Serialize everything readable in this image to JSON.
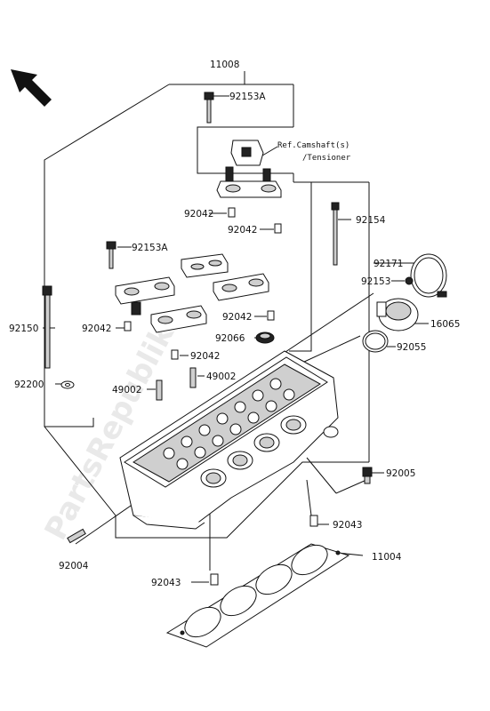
{
  "labels": {
    "assembly": "11008",
    "bolt_top": "92153A",
    "bolt_left": "92153A",
    "ref_line1": "Ref.Camshaft(s)",
    "ref_line2": "/Tensioner",
    "dowel_a": "92042",
    "dowel_b": "92042",
    "dowel_c": "92042",
    "dowel_d": "92042",
    "dowel_e": "92042",
    "bolt_long_right": "92154",
    "stud_left": "92150",
    "washer": "92200",
    "guide_a": "49002",
    "guide_b": "49002",
    "plug": "92066",
    "clamp": "92171",
    "bolt_small": "92153",
    "cap": "16065",
    "oring": "92055",
    "fitting": "92005",
    "stud_bottom": "92004",
    "dowel_lower_right": "92043",
    "dowel_lower_left": "92043",
    "gasket": "11004"
  },
  "icons": {
    "direction_arrow": "arrow-up-left-icon"
  },
  "watermark": "PartsRepublik"
}
